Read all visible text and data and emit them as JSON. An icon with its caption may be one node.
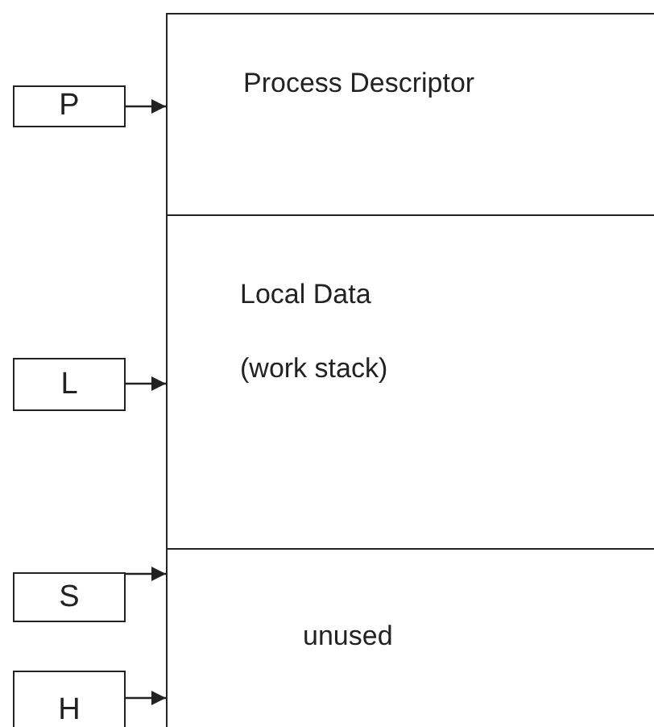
{
  "diagram": {
    "nodes": [
      {
        "text": [
          "P"
        ]
      },
      {
        "text": [
          "Process Descriptor"
        ]
      },
      {
        "text": [
          "L"
        ]
      },
      {
        "text": [
          "Local Data (work stack)"
        ]
      },
      {
        "text": [
          "S"
        ]
      },
      {
        "text": [
          "unused"
        ]
      },
      {
        "text": [
          "H"
        ]
      }
    ],
    "edges": [
      {
        "from": 0,
        "to": 1,
        "arrow": "to"
      },
      {
        "from": 2,
        "to": 3,
        "arrow": "to"
      },
      {
        "from": 4,
        "to": 5,
        "arrow": "to"
      },
      {
        "from": 6,
        "to": 5,
        "arrow": "to"
      }
    ]
  }
}
